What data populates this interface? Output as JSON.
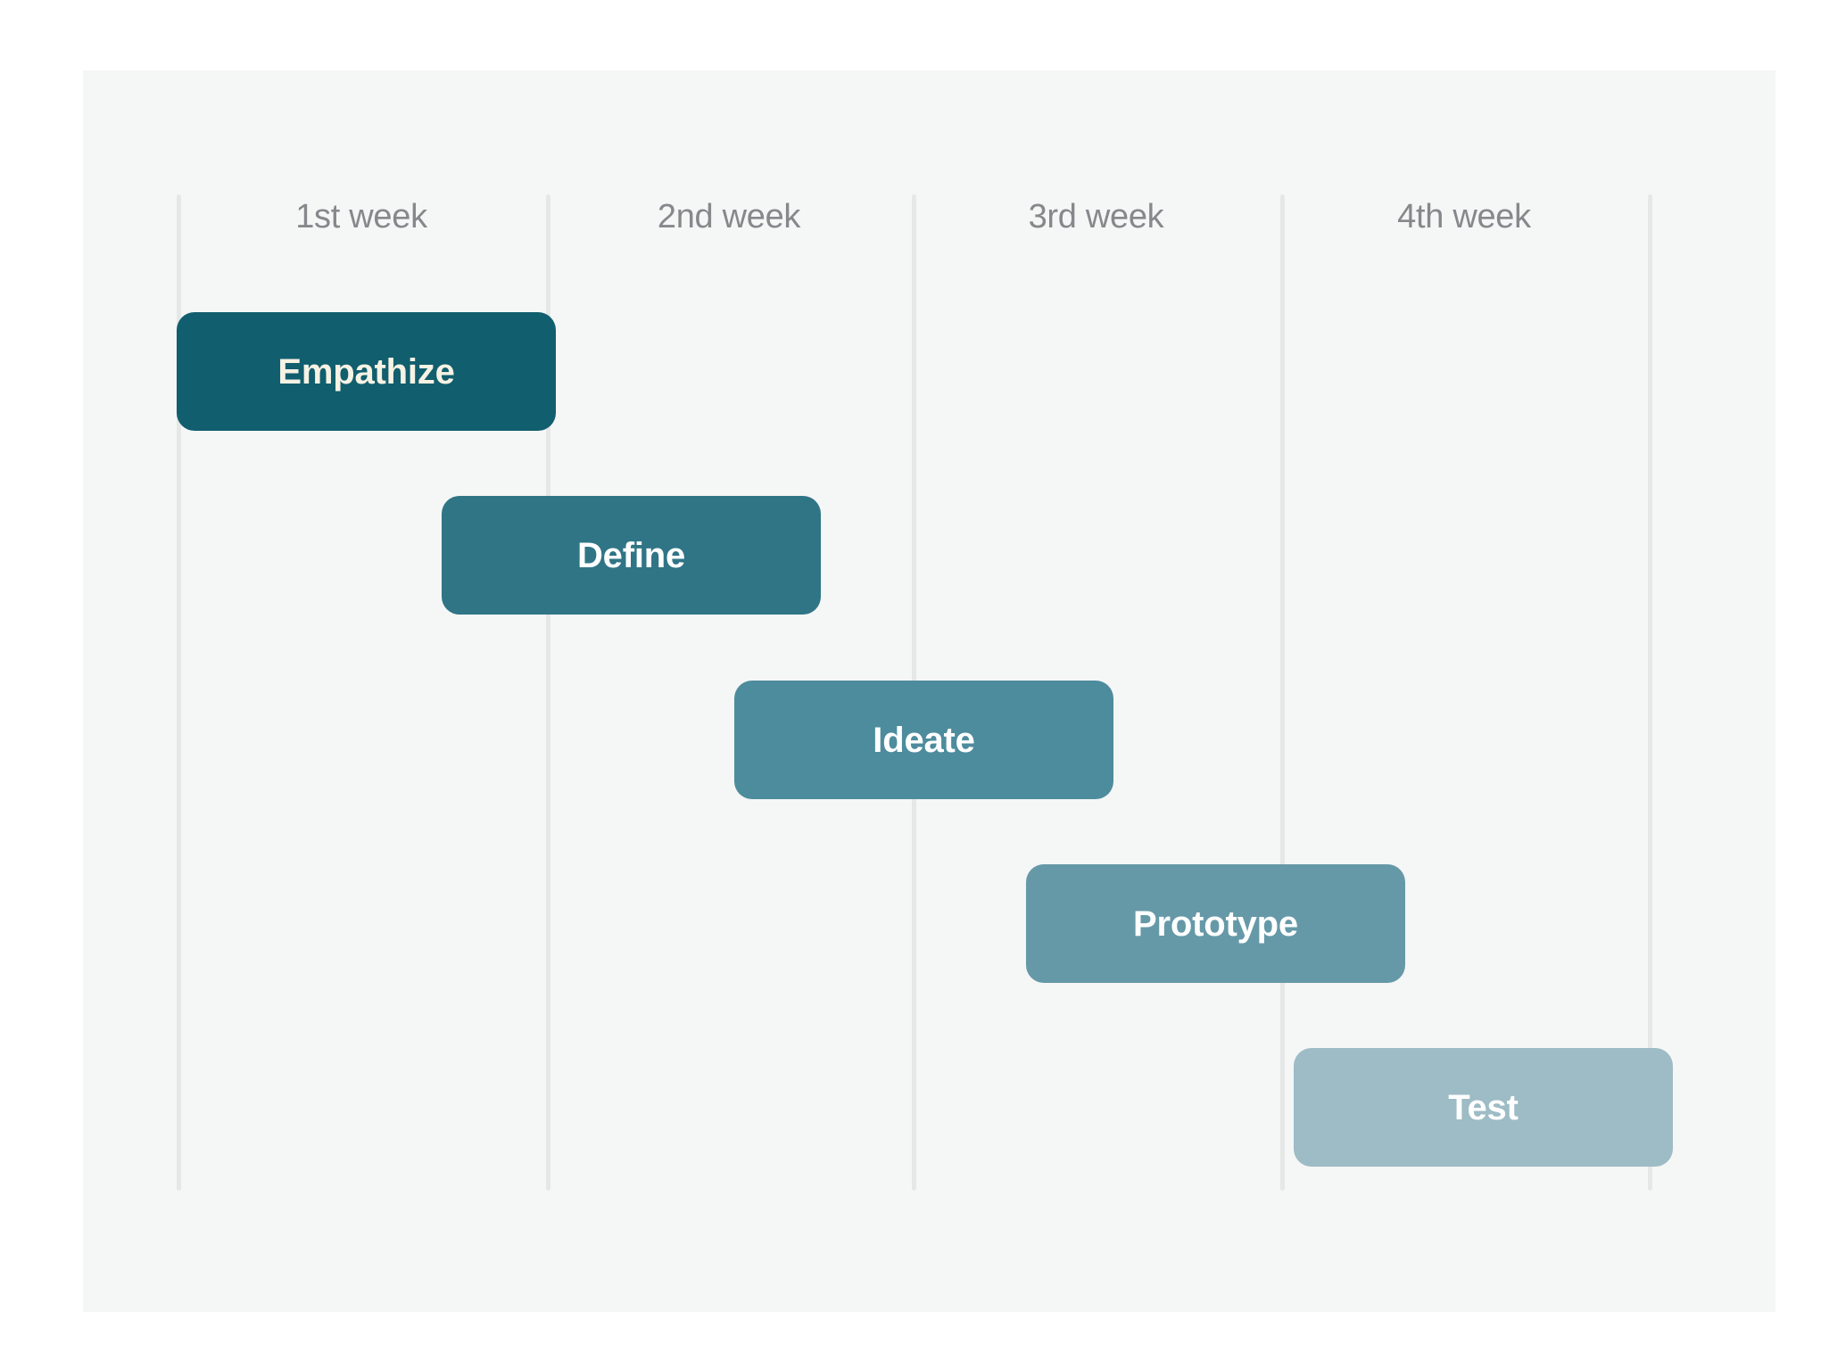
{
  "canvas": {
    "background": "#ffffff",
    "panel_background": "#f5f6f6"
  },
  "chart_data": {
    "type": "bar",
    "subtype": "gantt",
    "title": "",
    "xlabel": "",
    "ylabel": "",
    "grid": true,
    "legend": "none",
    "axis_unit": "week",
    "x_axis": {
      "categories": [
        "1st week",
        "2nd week",
        "3rd week",
        "4th week"
      ],
      "range_weeks": [
        0,
        4
      ],
      "gridline_color": "#e6e7e7"
    },
    "label_color": "#86888b",
    "tasks": [
      {
        "name": "Empathize",
        "label": "Empathize",
        "start_week": 0.0,
        "end_week": 1.03,
        "duration_weeks": 1.03,
        "color": "#115e6e",
        "text_color": "#f6f2e4"
      },
      {
        "name": "Define",
        "label": "Define",
        "start_week": 0.72,
        "end_week": 1.75,
        "duration_weeks": 1.03,
        "color": "#2f7586",
        "text_color": "#ffffff"
      },
      {
        "name": "Ideate",
        "label": "Ideate",
        "start_week": 1.51,
        "end_week": 2.54,
        "duration_weeks": 1.03,
        "color": "#4d8c9d",
        "text_color": "#ffffff"
      },
      {
        "name": "Prototype",
        "label": "Prototype",
        "start_week": 2.31,
        "end_week": 3.34,
        "duration_weeks": 1.03,
        "color": "#6699a8",
        "text_color": "#ffffff"
      },
      {
        "name": "Test",
        "label": "Test",
        "start_week": 3.04,
        "end_week": 4.06,
        "duration_weeks": 1.03,
        "color": "#9dbcc5",
        "text_color": "#ffffff"
      }
    ]
  },
  "header": {
    "weeks": [
      {
        "label": "1st week"
      },
      {
        "label": "2nd week"
      },
      {
        "label": "3rd week"
      },
      {
        "label": "4th week"
      }
    ]
  },
  "bars": [
    {
      "label": "Empathize"
    },
    {
      "label": "Define"
    },
    {
      "label": "Ideate"
    },
    {
      "label": "Prototype"
    },
    {
      "label": "Test"
    }
  ]
}
